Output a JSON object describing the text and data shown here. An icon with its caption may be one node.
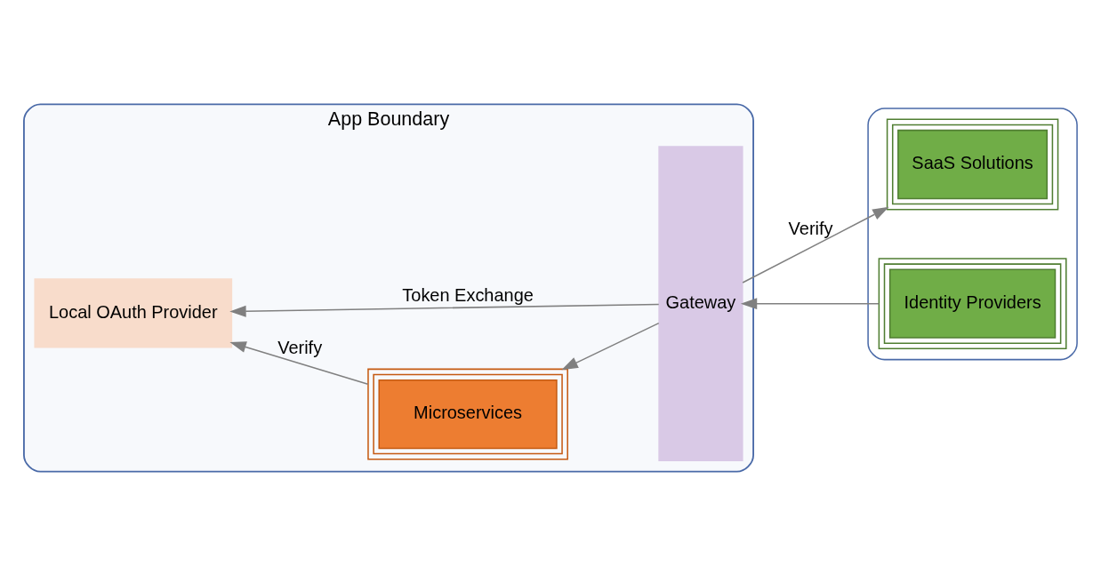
{
  "diagram": {
    "nodes": [
      {
        "text": [
          "App Boundary"
        ]
      },
      {
        "text": [
          "Microservices"
        ],
        "in": 0
      },
      {
        "text": [
          "Gateway"
        ],
        "in": 0
      },
      {
        "text": [
          "Local OAuth Provider"
        ],
        "in": 0
      },
      {
        "text": [],
        "shape": "cloud"
      },
      {
        "text": [
          "SaaS Solutions"
        ],
        "in": 4
      },
      {
        "text": [
          "Identity Providers"
        ],
        "in": 4
      }
    ],
    "edges": [
      {
        "from": 2,
        "to": 1,
        "arrow": "to"
      },
      {
        "from": 2,
        "to": 5,
        "arrow": "to",
        "label": "Verify"
      },
      {
        "from": 6,
        "to": 2,
        "arrow": "to"
      },
      {
        "from": 2,
        "to": 3,
        "arrow": "to",
        "label": "Token Exchange"
      },
      {
        "from": 1,
        "to": 3,
        "arrow": "to",
        "label": "Verify"
      }
    ]
  }
}
